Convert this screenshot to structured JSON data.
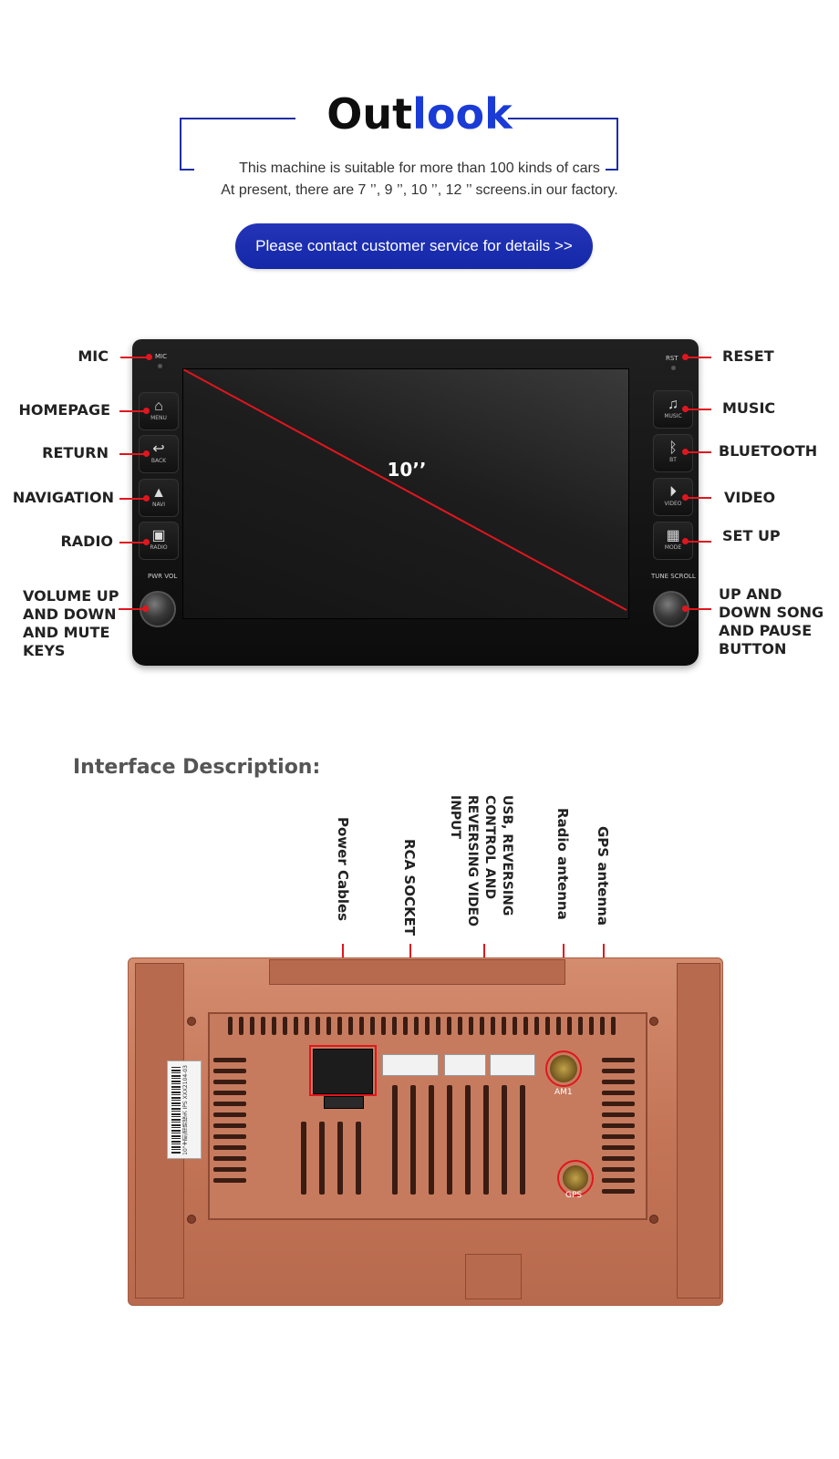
{
  "header": {
    "title_part1": "Out",
    "title_part2": "look",
    "line1": "This machine is suitable for more than 100 kinds of cars",
    "line2": "At present, there are 7 ’’, 9 ’’, 10 ’’, 12 ’’ screens.in our factory.",
    "contact_button": "Please contact customer service for details >>"
  },
  "colors": {
    "accent_blue": "#1a3bd6",
    "button_blue": "#1428a8",
    "callout_red": "#e0161e",
    "housing_copper": "#c47557"
  },
  "front": {
    "screen_size": "10’’",
    "left_labels": [
      "MIC",
      "HOMEPAGE",
      "RETURN",
      "NAVIGATION",
      "RADIO",
      "VOLUME UP AND DOWN AND MUTE KEYS"
    ],
    "right_labels": [
      "RESET",
      "MUSIC",
      "BLUETOOTH",
      "VIDEO",
      "SET UP",
      "UP AND DOWN SONG AND PAUSE BUTTON"
    ],
    "panel_text": {
      "mic": "MIC",
      "rst": "RST",
      "menu": "MENU",
      "back": "BACK",
      "navi": "NAVI",
      "radio": "RADIO",
      "pwr_vol": "PWR  VOL",
      "music": "MUSIC",
      "bt": "BT",
      "video": "VIDEO",
      "mode": "MODE",
      "tune_scroll": "TUNE  SCROLL"
    },
    "icons": {
      "homepage": "home-icon",
      "return": "back-arrow-icon",
      "navigation": "navigation-arrow-icon",
      "radio": "radio-icon",
      "music": "music-note-icon",
      "bluetooth": "bluetooth-icon",
      "video": "play-icon",
      "setup": "grid-icon"
    }
  },
  "interface": {
    "section_title": "Interface Description:",
    "labels": [
      "Power Cables",
      "RCA SOCKET",
      "USB, REVERSING CONTROL AND REVERSING VIDEO INPUT",
      "Radio antenna",
      "GPS antenna"
    ],
    "jack_labels": {
      "am": "AM1",
      "gps": "GPS"
    },
    "sticker_text": "10\"主机/带转接头 IPS  XXX2104-03"
  }
}
